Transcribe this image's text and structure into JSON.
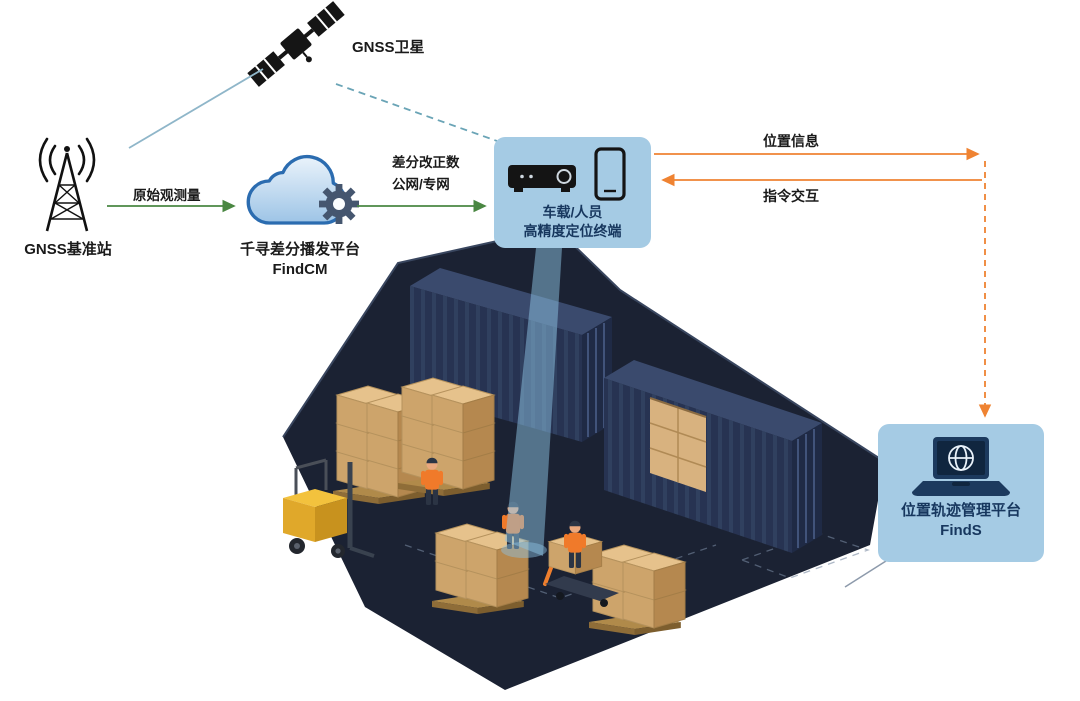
{
  "nodes": {
    "satellite": {
      "label": "GNSS卫星"
    },
    "base_station": {
      "label": "GNSS基准站"
    },
    "cloud": {
      "title": "千寻差分播发平台",
      "product": "FindCM"
    },
    "terminal": {
      "line1": "车载/人员",
      "line2": "高精度定位终端"
    },
    "platform": {
      "title": "位置轨迹管理平台",
      "product": "FindS"
    }
  },
  "edges": {
    "raw_observation": {
      "label": "原始观测量"
    },
    "corrections": {
      "line1": "差分改正数",
      "line2": "公网/专网"
    },
    "position_info": {
      "label": "位置信息"
    },
    "command_interaction": {
      "label": "指令交互"
    }
  },
  "icons": {
    "satellite": "gnss-satellite-icon",
    "base_station": "radio-tower-icon",
    "cloud": "cloud-icon",
    "gear": "gear-icon",
    "receiver": "vehicle-receiver-icon",
    "smartphone": "smartphone-icon",
    "laptop_globe": "laptop-globe-icon"
  },
  "colors": {
    "arrow_green": "#4a8742",
    "arrow_orange": "#ef8332",
    "signal_line_blue": "#8fb6c9",
    "signal_dashed_teal": "#6aa4b6",
    "callout_bg": "#a5cbe4",
    "callout_text": "#17375e",
    "cloud_stroke_blue": "#2b6cb0",
    "container_navy": "#273352",
    "platform_navy": "#1b2233",
    "carton_tan": "#cda46b",
    "forklift_yellow": "#f3c23d",
    "vest_orange": "#f07a2a",
    "beam_blue": "#8ec4e4"
  }
}
